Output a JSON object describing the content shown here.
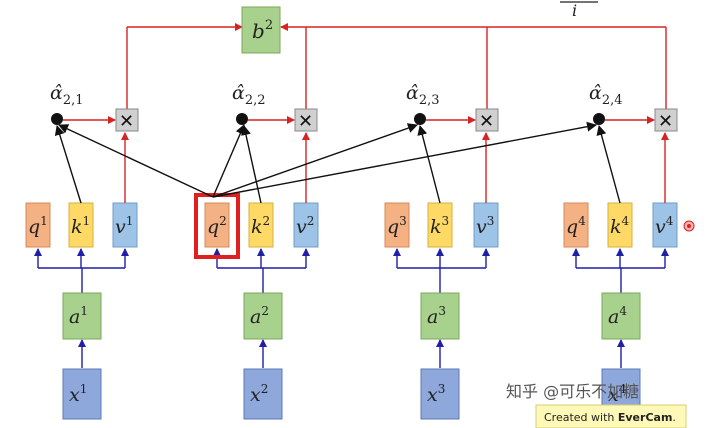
{
  "title_fragment": "i",
  "output": {
    "base": "b",
    "sup": "2"
  },
  "attention_labels": [
    {
      "base": "α̂",
      "sub": "2,1"
    },
    {
      "base": "α̂",
      "sub": "2,2"
    },
    {
      "base": "α̂",
      "sub": "2,3"
    },
    {
      "base": "α̂",
      "sub": "2,4"
    }
  ],
  "multiply_symbol": "✕",
  "columns": [
    {
      "q": "q",
      "k": "k",
      "v": "v",
      "a": "a",
      "x": "x",
      "sup": "1"
    },
    {
      "q": "q",
      "k": "k",
      "v": "v",
      "a": "a",
      "x": "x",
      "sup": "2"
    },
    {
      "q": "q",
      "k": "k",
      "v": "v",
      "a": "a",
      "x": "x",
      "sup": "3"
    },
    {
      "q": "q",
      "k": "k",
      "v": "v",
      "a": "a",
      "x": "x",
      "sup": "4"
    }
  ],
  "highlighted_query": {
    "column": 2,
    "color": "#e0201f"
  },
  "watermark": "知乎 @可乐不加糖",
  "evercam": {
    "prefix": "Created with ",
    "brand": "EverCam",
    "suffix": "."
  },
  "colors": {
    "q_fill": "#f4b183",
    "k_fill": "#ffd966",
    "v_fill": "#9dc3e6",
    "a_fill": "#a9d18e",
    "x_fill": "#8fa8dc",
    "b_fill": "#a9d18e",
    "red_arrow": "#d62424",
    "blue_arrow": "#1f1fa8",
    "black_arrow": "#111111",
    "multiply_fill": "#d0d0d0",
    "evercam_fill": "#fff9b8"
  }
}
